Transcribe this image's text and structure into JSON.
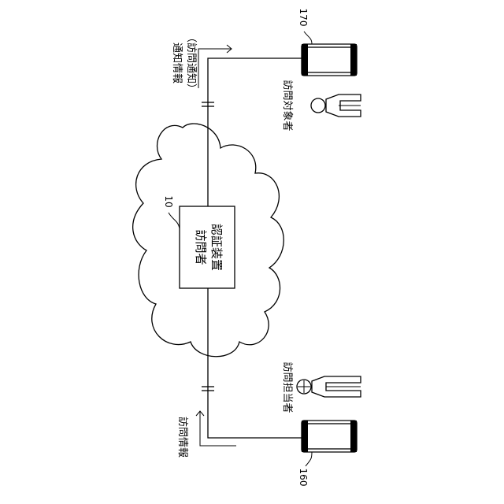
{
  "device": {
    "ref": "10",
    "line1": "訪問者",
    "line2": "認証装置"
  },
  "terminals": {
    "visitor_side": {
      "ref": "160",
      "person_label": "訪問担当者"
    },
    "target_side": {
      "ref": "170",
      "person_label": "訪問対象者"
    }
  },
  "flows": {
    "visit_info": "訪問情報",
    "notify_info_line1": "通知情報",
    "notify_info_line2": "（訪問通知）"
  }
}
